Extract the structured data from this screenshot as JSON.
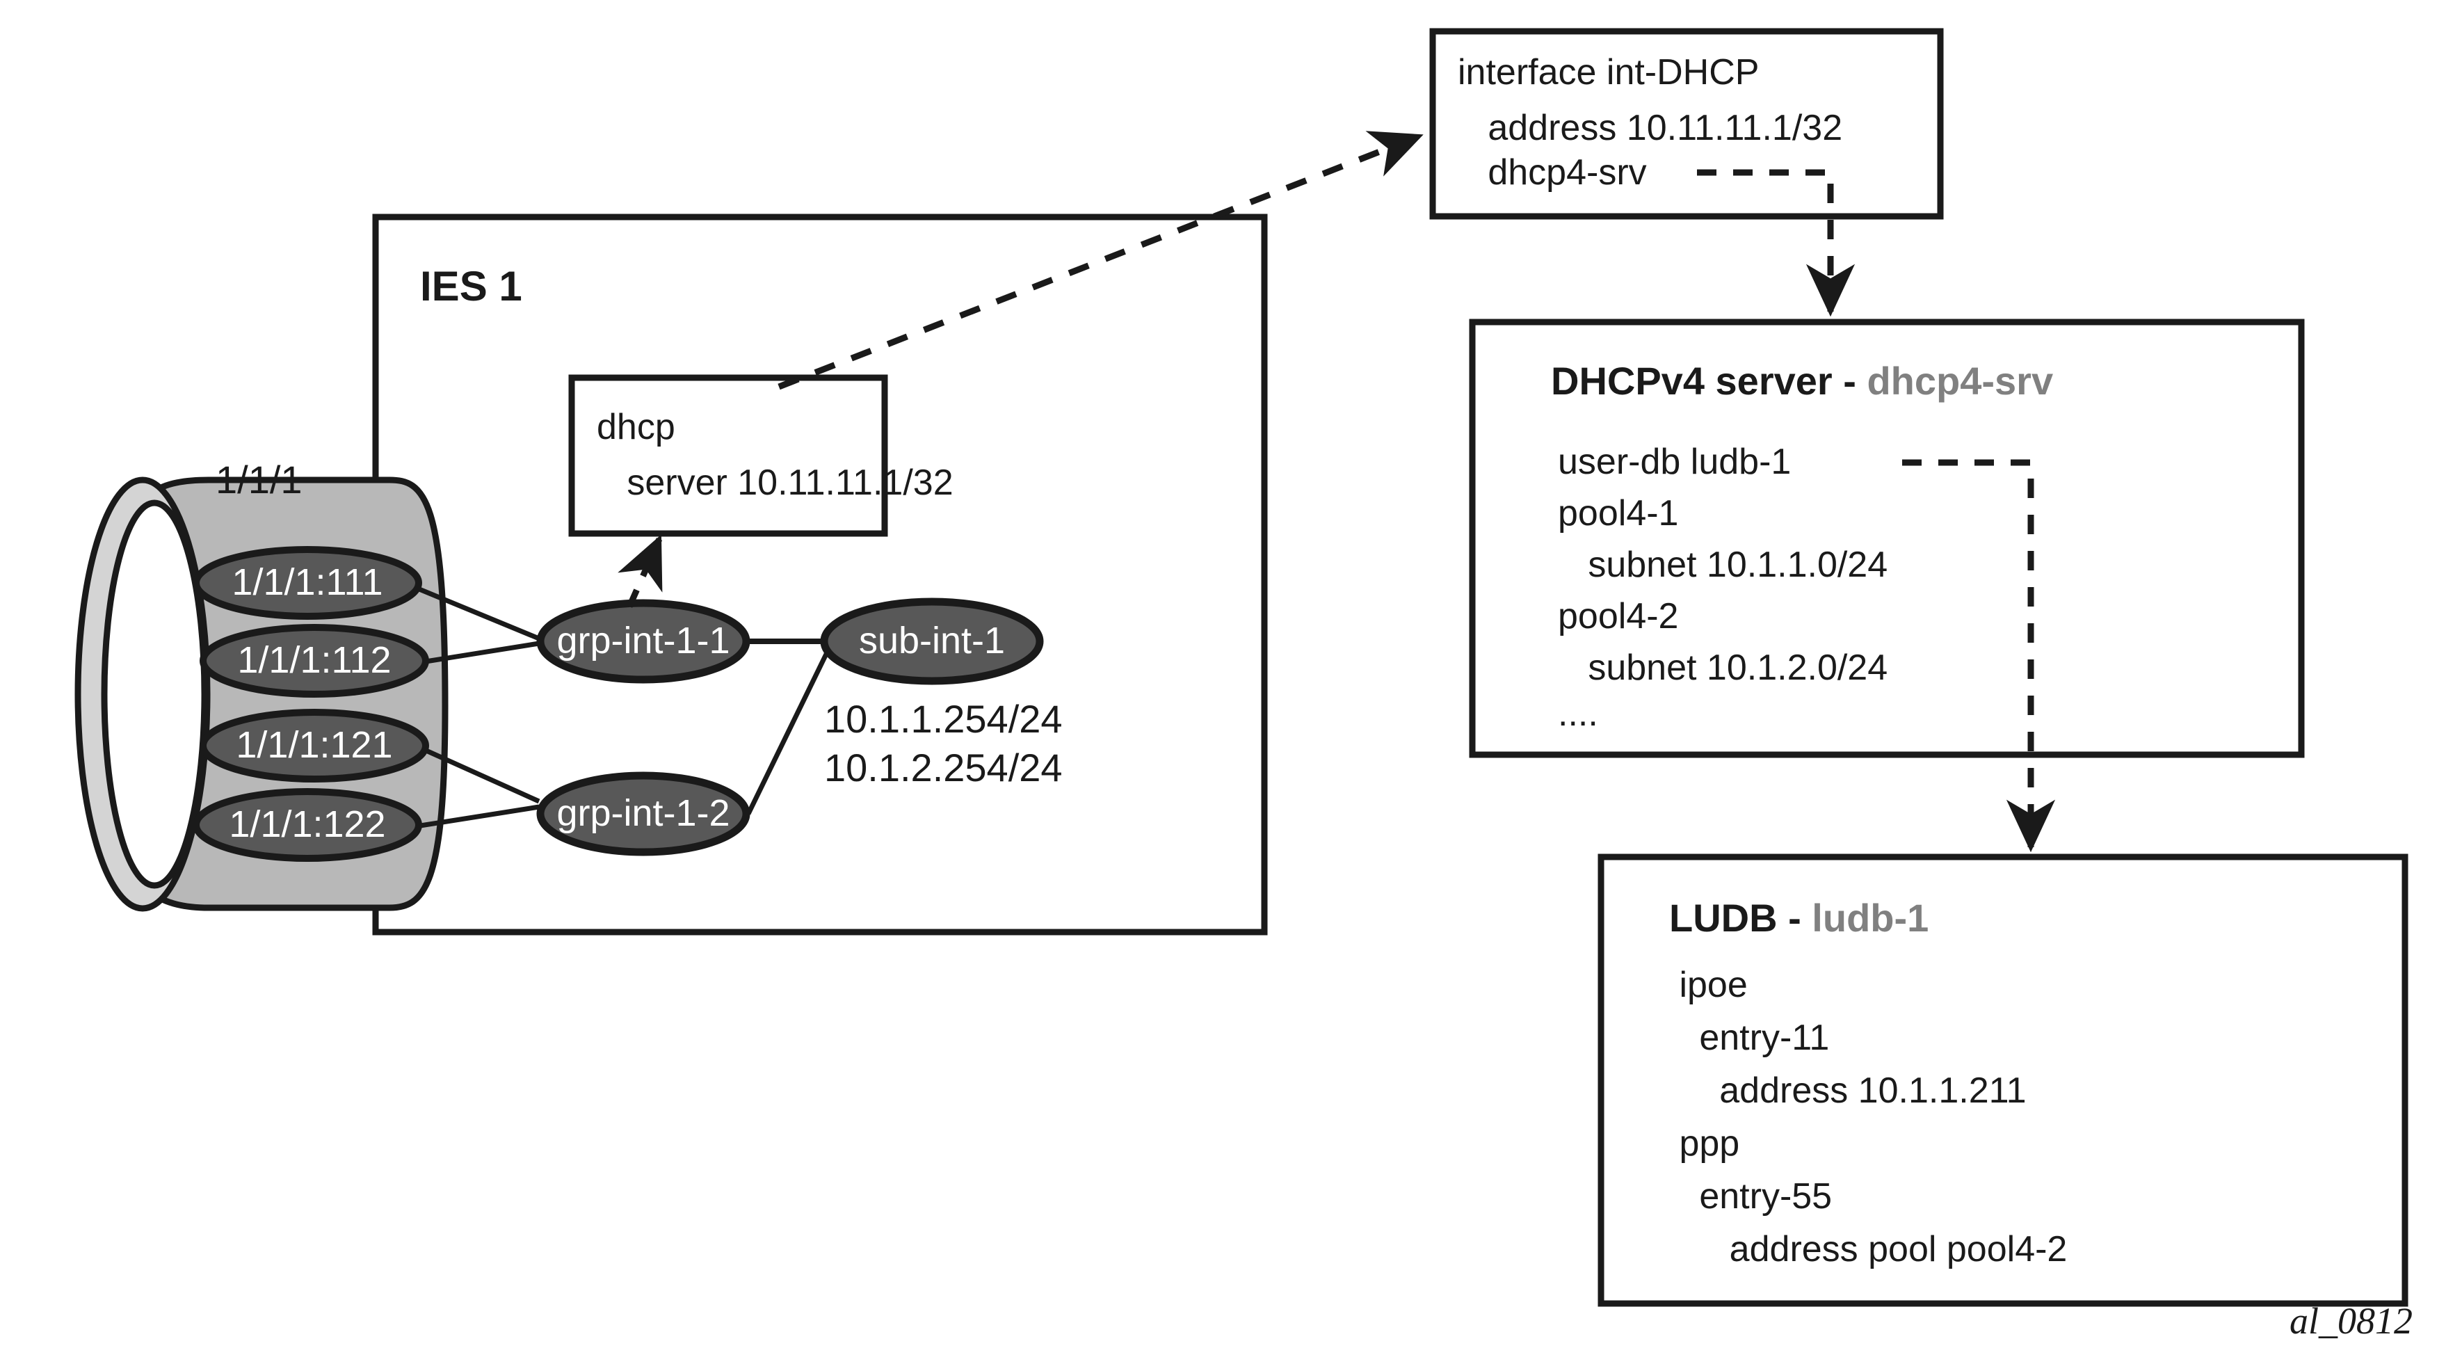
{
  "diagram": {
    "caption": "al_0812",
    "colors": {
      "node_fill": "#585858",
      "node_text": "#ffffff",
      "cylinder_body": "#b8b8b8",
      "cylinder_ring": "#d4d4d4",
      "line": "#1a1a1a",
      "accent_gray": "#808080"
    }
  },
  "service": {
    "title": "IES 1",
    "port_label": "1/1/1",
    "saps": [
      {
        "label": "1/1/1:111"
      },
      {
        "label": "1/1/1:112"
      },
      {
        "label": "1/1/1:121"
      },
      {
        "label": "1/1/1:122"
      }
    ],
    "group_interfaces": [
      {
        "label": "grp-int-1-1"
      },
      {
        "label": "grp-int-1-2"
      }
    ],
    "subscriber_interface": {
      "label": "sub-int-1"
    },
    "subnet_addresses": [
      "10.1.1.254/24",
      "10.1.2.254/24"
    ],
    "dhcp_box": {
      "lines": [
        "dhcp",
        "   server 10.11.11.1/32"
      ]
    }
  },
  "interface_box": {
    "lines": [
      "interface int-DHCP",
      "   address 10.11.11.1/32",
      "   dhcp4-srv"
    ]
  },
  "dhcp_server_box": {
    "title_prefix": "DHCPv4 server - ",
    "title_name": "dhcp4-srv",
    "lines": [
      "user-db ludb-1",
      "pool4-1",
      "   subnet 10.1.1.0/24",
      "pool4-2",
      "   subnet 10.1.2.0/24",
      "...."
    ]
  },
  "ludb_box": {
    "title_prefix": "LUDB - ",
    "title_name": "ludb-1",
    "lines": [
      " ipoe",
      "   entry-11",
      "     address 10.1.1.211",
      " ppp",
      "   entry-55",
      "      address pool pool4-2"
    ]
  }
}
